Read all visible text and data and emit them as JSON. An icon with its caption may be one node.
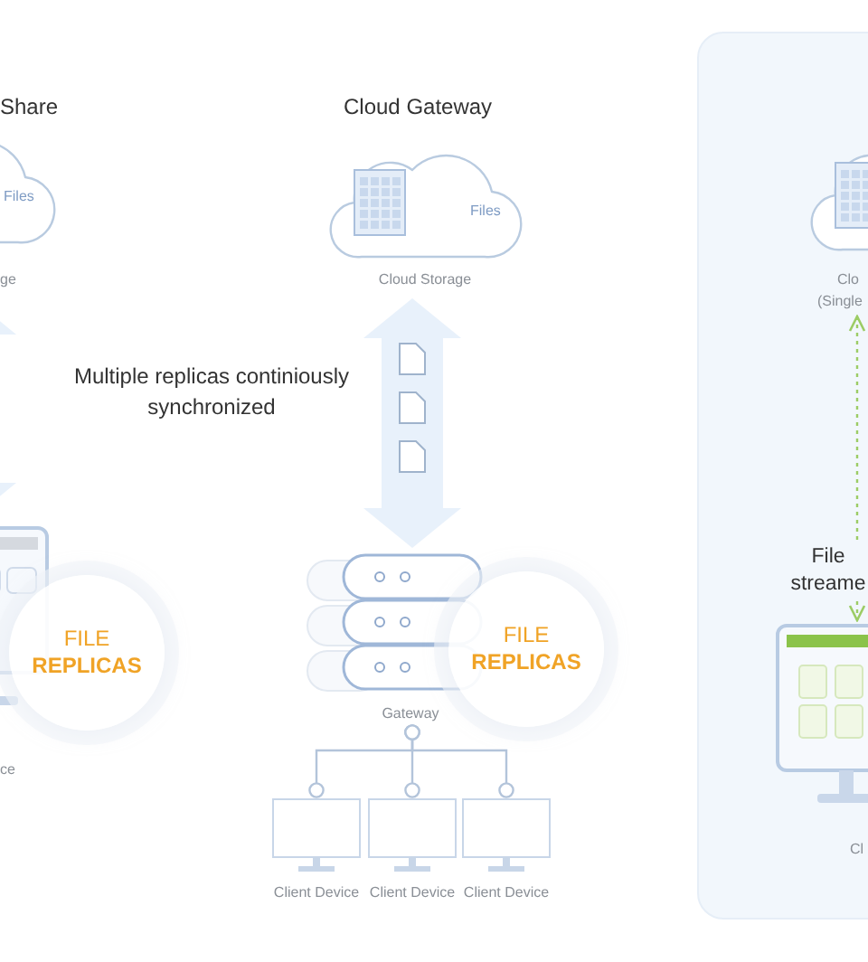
{
  "diagram": {
    "nodes": [
      {
        "text": [
          "Files"
        ],
        "beside": [
          "ge"
        ]
      },
      {
        "text": [
          "Files"
        ],
        "beside": [
          "Cloud Storage"
        ]
      },
      {
        "text": [],
        "shape": "picture"
      },
      {
        "text": [
          "FILE **REPLICAS**"
        ]
      },
      {
        "text": [],
        "shape": "picture",
        "beside": [
          "Gateway"
        ]
      },
      {
        "text": [
          "FILE **REPLICAS**"
        ]
      },
      {
        "text": [],
        "shape": "monitor",
        "beside": [
          "Client Device"
        ]
      },
      {
        "text": [],
        "shape": "monitor",
        "beside": [
          "Client Device"
        ]
      },
      {
        "text": [],
        "shape": "monitor",
        "beside": [
          "Client Device"
        ]
      },
      {
        "text": [],
        "shape": "picture",
        "beside": [
          "Clo",
          "(Single"
        ]
      },
      {
        "text": [],
        "shape": "picture",
        "beside": [
          "Cl"
        ]
      }
    ],
    "edges": [
      {
        "from": 0,
        "to": 2,
        "arrow": "both",
        "style": "thick"
      },
      {
        "from": 1,
        "to": 4,
        "arrow": "both",
        "style": "thick"
      },
      {
        "from": 4,
        "to": 6,
        "arrow": "other"
      },
      {
        "from": 4,
        "to": 7,
        "arrow": "other"
      },
      {
        "from": 4,
        "to": 8,
        "arrow": "other"
      },
      {
        "from": 9,
        "to": 10,
        "arrow": "both",
        "style": "dashed",
        "color": "#9ccc65",
        "label": "File streame"
      }
    ],
    "labels": [
      "Share",
      "Cloud Gateway",
      "Multiple replicas continiously synchronized",
      "ce"
    ]
  }
}
